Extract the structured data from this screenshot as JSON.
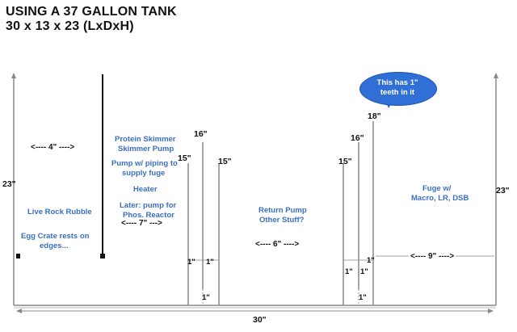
{
  "title": {
    "line1": "USING A 37 GALLON TANK",
    "line2": "30 x 13 x 23 (LxDxH)"
  },
  "sections": {
    "left": {
      "width": "<---- 4\" ---->",
      "label1": "Live Rock Rubble",
      "label2": "Egg Crate rests on",
      "label3": "edges..."
    },
    "skimmer": {
      "line1": "Protein Skimmer",
      "line2": "Skimmer Pump",
      "line3": "Pump w/ piping to",
      "line4": "supply fuge",
      "line5": "Heater",
      "line6": "Later: pump for",
      "line7": "Phos. Reactor",
      "width": "<---- 7\" --->"
    },
    "return": {
      "line1": "Return Pump",
      "line2": "Other Stuff?",
      "width": "<---- 6\" ---->"
    },
    "fuge": {
      "line1": "Fuge w/",
      "line2": "Macro, LR, DSB",
      "width": "<---- 9\" ---->"
    }
  },
  "dimensions": {
    "left_height": "23\"",
    "right_height": "23\"",
    "total_length": "30\"",
    "baffle_a_height": "15\"",
    "baffle_b_height": "16\"",
    "baffle_c_height": "15\"",
    "baffle_d_height": "15\"",
    "baffle_e_height": "16\"",
    "baffle_f_height": "18\"",
    "gap_a": "1\"",
    "gap_b": "1\"",
    "gap_c": "1\"",
    "gap_d": "1\"",
    "gap_e": "1\"",
    "gap_bottom_left": "1\"",
    "gap_bottom_right": "1\""
  },
  "callout": {
    "line1": "This has 1\"",
    "line2": "teeth in it",
    "color": "#2f6fd6"
  },
  "colors": {
    "label_blue": "#3a6fc4",
    "line_gray": "#888888"
  }
}
